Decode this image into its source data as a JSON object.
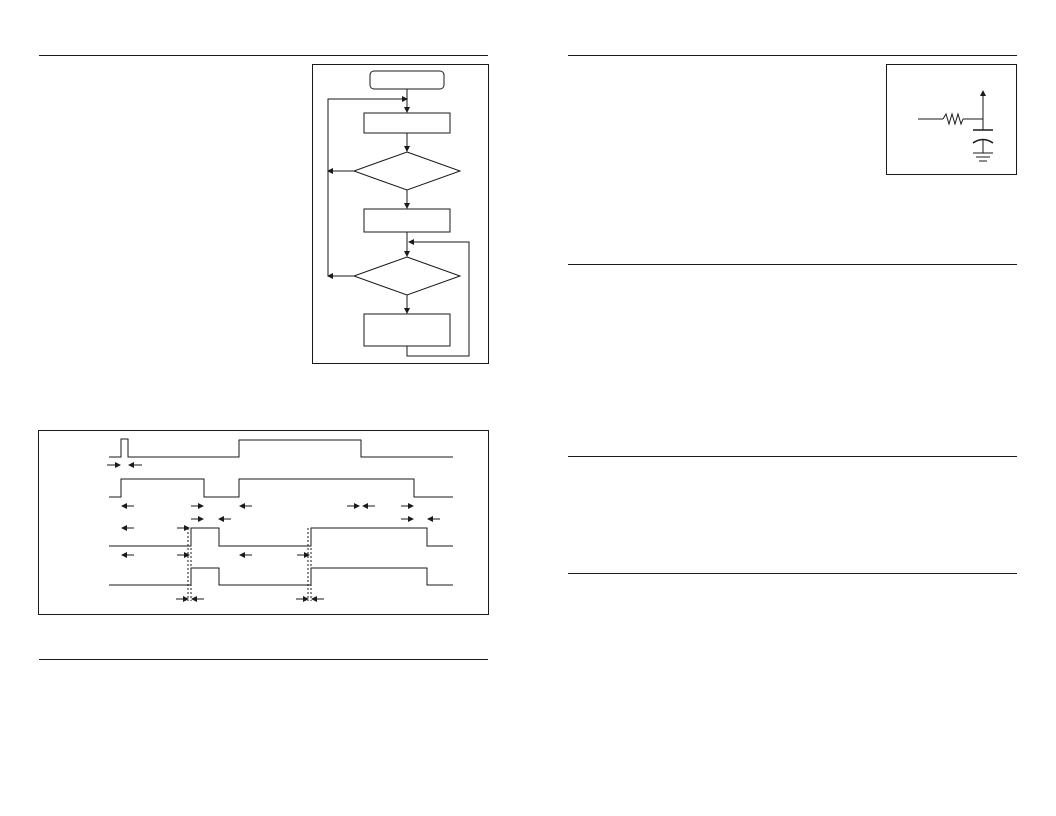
{
  "page": {
    "background": "#ffffff",
    "ink": "#1a1a1a"
  },
  "figures": {
    "flowchart": {
      "type": "flowchart",
      "nodes": [
        "terminator",
        "process",
        "decision",
        "process",
        "decision",
        "process"
      ],
      "text": []
    },
    "timing_diagram": {
      "type": "timing-diagram",
      "signal_count": 4,
      "text": []
    },
    "rc_circuit": {
      "type": "schematic",
      "components": [
        "resistor",
        "capacitor",
        "ground"
      ],
      "text": []
    }
  }
}
